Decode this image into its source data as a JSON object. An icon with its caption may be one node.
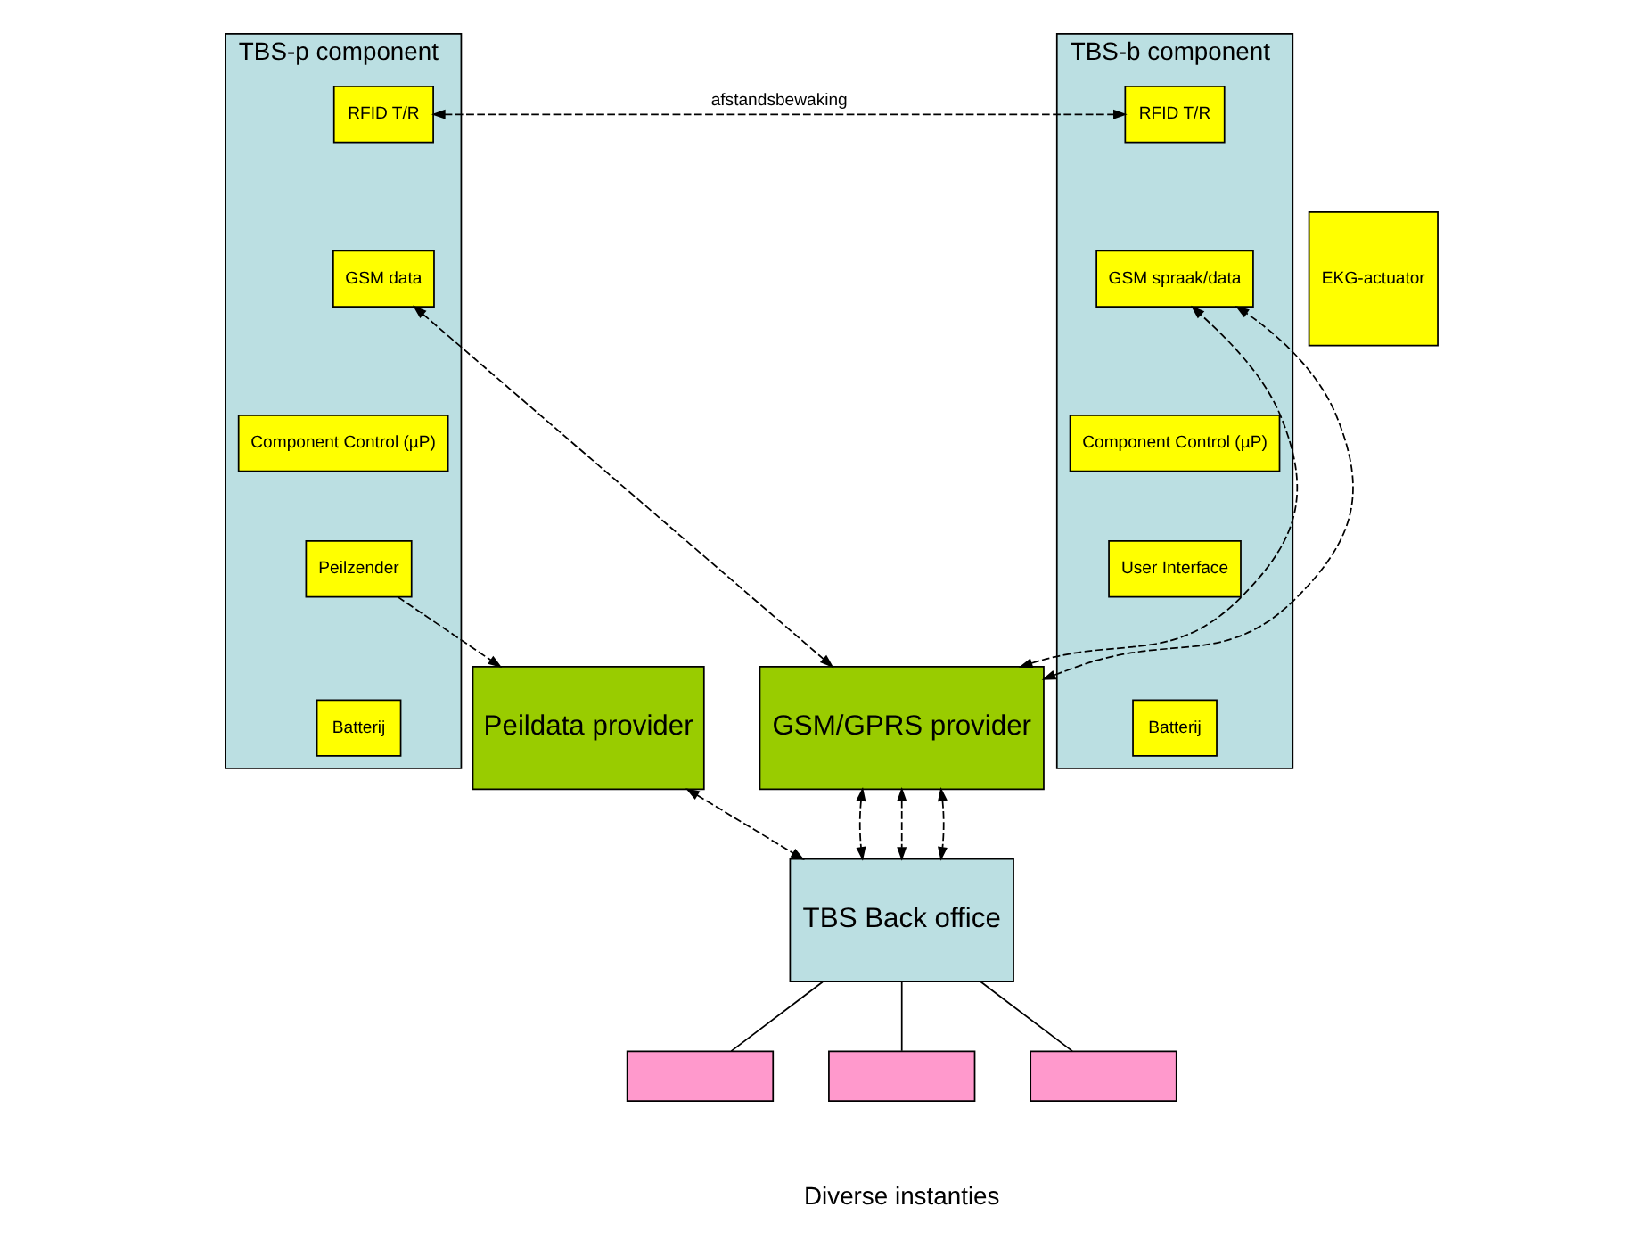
{
  "diagram": {
    "nodes": [
      {
        "text": [
          "TBS-p component"
        ]
      },
      {
        "text": [
          "RFID T/R"
        ],
        "in": 0
      },
      {
        "text": [
          "GSM data"
        ],
        "in": 0
      },
      {
        "text": [
          "Component Control (µP)"
        ],
        "in": 0
      },
      {
        "text": [
          "Peilzender"
        ],
        "in": 0
      },
      {
        "text": [
          "Batterij"
        ],
        "in": 0
      },
      {
        "text": [
          "EKG-actuator"
        ]
      },
      {
        "text": [
          "TBS-b component"
        ]
      },
      {
        "text": [
          "RFID T/R"
        ],
        "in": 7
      },
      {
        "text": [
          "GSM spraak/data"
        ],
        "in": 7
      },
      {
        "text": [
          "Component Control (µP)"
        ],
        "in": 7
      },
      {
        "text": [
          "User Interface"
        ],
        "in": 7
      },
      {
        "text": [
          "Batterij"
        ],
        "in": 7
      },
      {
        "text": [
          "GSM/GPRS provider"
        ]
      },
      {
        "text": [
          "Peildata provider"
        ]
      },
      {
        "text": [
          "TBS Back office"
        ]
      },
      {
        "text": [],
        "shape": "box"
      },
      {
        "text": [],
        "shape": "box"
      },
      {
        "text": [],
        "shape": "box"
      }
    ],
    "edges": [
      {
        "from": 1,
        "to": 8,
        "arrow": "both",
        "label": "afstandsbewaking",
        "style": "dashed"
      },
      {
        "from": 2,
        "to": 13,
        "arrow": "both",
        "style": "dashed"
      },
      {
        "from": 13,
        "to": 9,
        "arrow": "both",
        "style": "dashed"
      },
      {
        "from": 13,
        "to": 9,
        "arrow": "both",
        "style": "dashed"
      },
      {
        "from": 4,
        "to": 14,
        "arrow": "to",
        "style": "dashed"
      },
      {
        "from": 13,
        "to": 15,
        "arrow": "both",
        "style": "dashed"
      },
      {
        "from": 13,
        "to": 15,
        "arrow": "both",
        "style": "dashed"
      },
      {
        "from": 13,
        "to": 15,
        "arrow": "both",
        "style": "dashed"
      },
      {
        "from": 14,
        "to": 15,
        "arrow": "both",
        "style": "dashed"
      },
      {
        "from": 15,
        "to": 16,
        "arrow": "none"
      },
      {
        "from": 15,
        "to": 17,
        "arrow": "none"
      },
      {
        "from": 15,
        "to": 18,
        "arrow": "none"
      }
    ],
    "labels": [
      "Diverse instanties"
    ]
  }
}
